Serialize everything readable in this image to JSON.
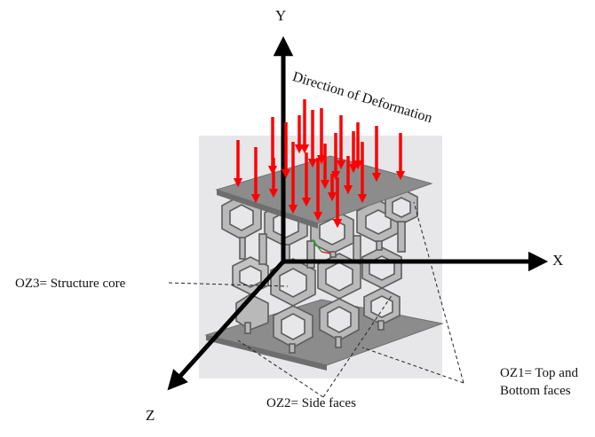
{
  "axes": {
    "x": "X",
    "y": "Y",
    "z": "Z"
  },
  "deformation_label": "Direction of Deformation",
  "zones": {
    "oz1_line1": "OZ1= Top and",
    "oz1_line2": "Bottom faces",
    "oz2": "OZ2= Side faces",
    "oz3": "OZ3= Structure core"
  },
  "colors": {
    "arrow": "#ff0000",
    "axis": "#000000",
    "plate": "#8c8c8c",
    "lattice": "#b4b4b4",
    "panel": "#e7e7ea"
  }
}
